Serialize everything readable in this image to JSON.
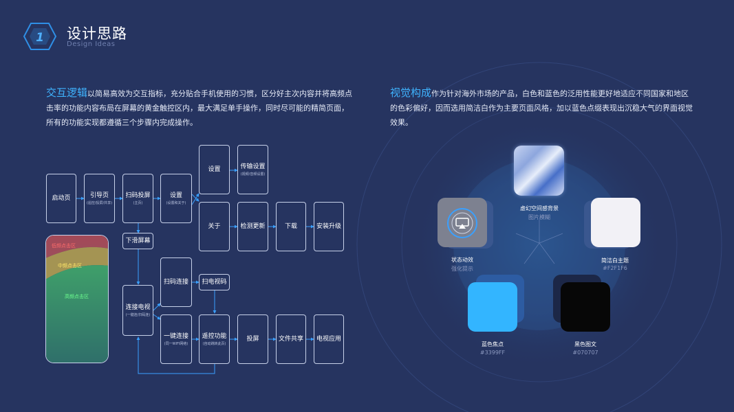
{
  "header": {
    "number": "1",
    "title": "设计思路",
    "subtitle": "Design Ideas"
  },
  "left_text": {
    "highlight": "交互逻辑",
    "body": "以简易高效为交互指标，充分贴合手机使用的习惯，区分好主次内容并将高频点击率的功能内容布局在屏幕的黄金触控区内，最大满足单手操作，同时尽可能的精简页面，所有的功能实现都遵循三个步骤内完成操作。"
  },
  "right_text": {
    "highlight": "视觉构成",
    "body": "作为针对海外市场的产品，白色和蓝色的泛用性能更好地适应不同国家和地区的色彩偏好，因而选用简洁白作为主要页面风格，加以蓝色点缀表现出沉稳大气的界面视觉效果。"
  },
  "flow": {
    "start": {
      "title": "启动页"
    },
    "guide": {
      "title": "引导页",
      "sub": "(遥控/投屏/共享)"
    },
    "scan_cast": {
      "title": "扫码投屏",
      "sub": "(主页)"
    },
    "settings": {
      "title": "设置",
      "sub": "(设置和关于)"
    },
    "settings2": {
      "title": "设置"
    },
    "transfer": {
      "title": "传输设置",
      "sub": "(视频/音频设置)"
    },
    "about": {
      "title": "关于"
    },
    "check_update": {
      "title": "检测更新"
    },
    "download": {
      "title": "下载"
    },
    "install": {
      "title": "安装升级"
    },
    "swipe_down": {
      "title": "下滑屏幕"
    },
    "connect_tv": {
      "title": "连接电视",
      "sub": "(一键连/扫码连)"
    },
    "scan_connect": {
      "title": "扫码连接"
    },
    "scan_tv_code": {
      "title": "扫电视码"
    },
    "one_key": {
      "title": "一键连接",
      "sub": "(同一WIFI网络)"
    },
    "remote": {
      "title": "遥控功能",
      "sub": "(自动跳转此页)"
    },
    "cast": {
      "title": "投屏"
    },
    "file_share": {
      "title": "文件共享"
    },
    "tv_apps": {
      "title": "电视应用"
    }
  },
  "phone": {
    "low": "低频点击区",
    "mid": "中频点击区",
    "high": "高频点击区"
  },
  "visual": {
    "bg": {
      "label": "虚幻空间感背景",
      "sub": "图片模糊"
    },
    "white": {
      "label": "简洁白主题",
      "sub": "#F2F1F6",
      "color": "#F2F1F6"
    },
    "black": {
      "label": "黑色图文",
      "sub": "#070707",
      "color": "#070707"
    },
    "blue": {
      "label": "蓝色焦点",
      "sub": "#3399FF",
      "color": "#33B5FF"
    },
    "status": {
      "label": "状态动效",
      "sub": "强化提示"
    }
  }
}
